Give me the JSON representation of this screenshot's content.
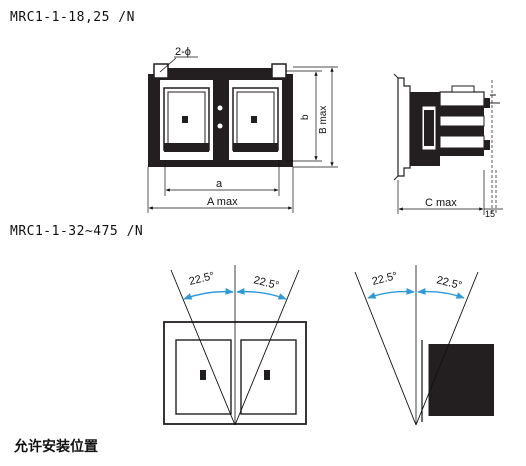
{
  "headings": {
    "top": "MRC1-1-18,25 /N",
    "middle": "MRC1-1-32~475 /N",
    "bottom": "允许安装位置"
  },
  "front_view": {
    "hole_label": "2-ϕ",
    "dim_a": "a",
    "dim_a_max": "A max",
    "dim_b": "b",
    "dim_b_max": "B max"
  },
  "side_view": {
    "dim_c_max": "C max",
    "dim_15": "15"
  },
  "angles": {
    "left_front": "22.5°",
    "right_front": "22.5°",
    "left_side": "22.5°",
    "right_side": "22.5°"
  },
  "colors": {
    "body": "#231f20",
    "arc": "#2f9ad8"
  }
}
